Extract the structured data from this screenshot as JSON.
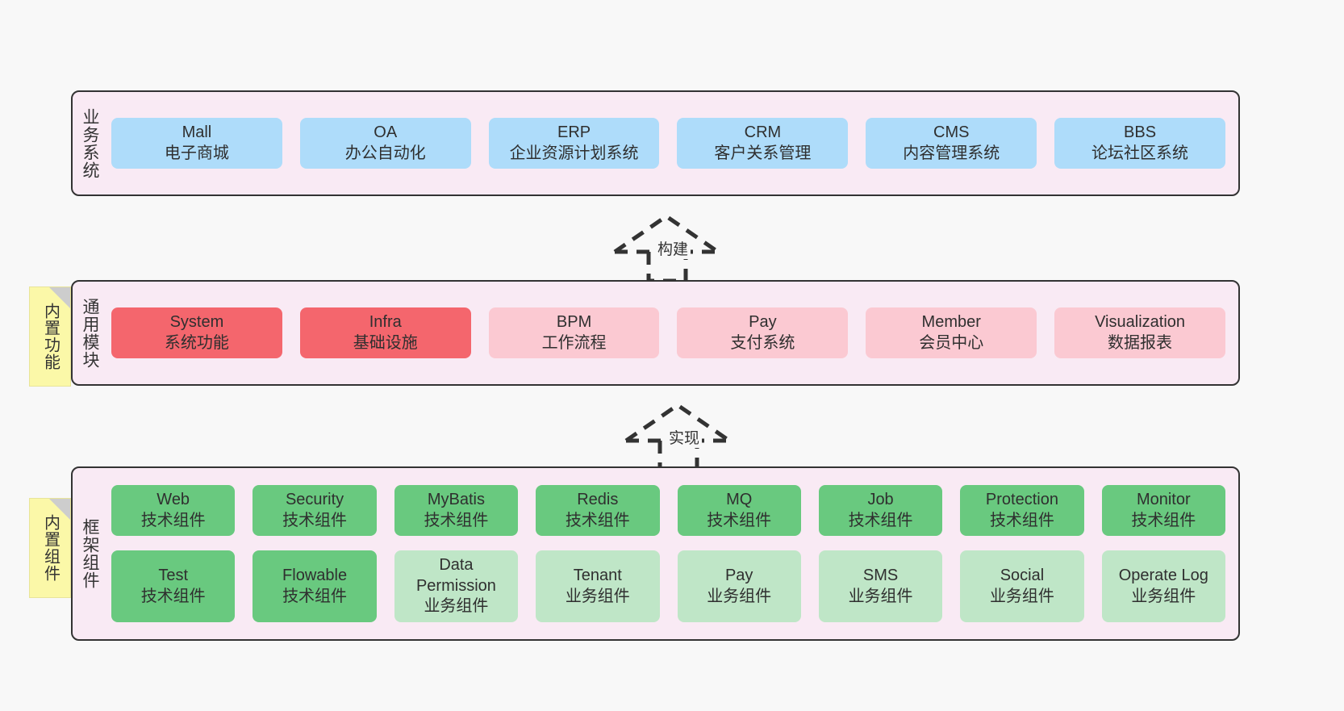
{
  "page": {
    "background": "#f8f8f8",
    "accent_border": "#333333"
  },
  "layers": [
    {
      "id": "business-system",
      "title": "业务系统",
      "container_color": "#f9eaf4",
      "rows": [
        {
          "cells": [
            {
              "en": "Mall",
              "cn": "电子商城",
              "color": "#aedcfa"
            },
            {
              "en": "OA",
              "cn": "办公自动化",
              "color": "#aedcfa"
            },
            {
              "en": "ERP",
              "cn": "企业资源计划系统",
              "color": "#aedcfa"
            },
            {
              "en": "CRM",
              "cn": "客户关系管理",
              "color": "#aedcfa"
            },
            {
              "en": "CMS",
              "cn": "内容管理系统",
              "color": "#aedcfa"
            },
            {
              "en": "BBS",
              "cn": "论坛社区系统",
              "color": "#aedcfa"
            }
          ]
        }
      ]
    },
    {
      "id": "common-module",
      "title": "通用模块",
      "container_color": "#f9eaf4",
      "note": "内置功能",
      "rows": [
        {
          "cells": [
            {
              "en": "System",
              "cn": "系统功能",
              "color": "#f4666d"
            },
            {
              "en": "Infra",
              "cn": "基础设施",
              "color": "#f4666d"
            },
            {
              "en": "BPM",
              "cn": "工作流程",
              "color": "#fbc9d2"
            },
            {
              "en": "Pay",
              "cn": "支付系统",
              "color": "#fbc9d2"
            },
            {
              "en": "Member",
              "cn": "会员中心",
              "color": "#fbc9d2"
            },
            {
              "en": "Visualization",
              "cn": "数据报表",
              "color": "#fbc9d2"
            }
          ]
        }
      ]
    },
    {
      "id": "framework-component",
      "title": "框架组件",
      "container_color": "#f9eaf4",
      "note": "内置组件",
      "rows": [
        {
          "cells": [
            {
              "en": "Web",
              "cn": "技术组件",
              "color": "#69c97f"
            },
            {
              "en": "Security",
              "cn": "技术组件",
              "color": "#69c97f"
            },
            {
              "en": "MyBatis",
              "cn": "技术组件",
              "color": "#69c97f"
            },
            {
              "en": "Redis",
              "cn": "技术组件",
              "color": "#69c97f"
            },
            {
              "en": "MQ",
              "cn": "技术组件",
              "color": "#69c97f"
            },
            {
              "en": "Job",
              "cn": "技术组件",
              "color": "#69c97f"
            },
            {
              "en": "Protection",
              "cn": "技术组件",
              "color": "#69c97f"
            },
            {
              "en": "Monitor",
              "cn": "技术组件",
              "color": "#69c97f"
            }
          ]
        },
        {
          "cells": [
            {
              "en": "Test",
              "cn": "技术组件",
              "color": "#69c97f"
            },
            {
              "en": "Flowable",
              "cn": "技术组件",
              "color": "#69c97f"
            },
            {
              "en": "Data Permission",
              "cn": "业务组件",
              "color": "#bfe6c7"
            },
            {
              "en": "Tenant",
              "cn": "业务组件",
              "color": "#bfe6c7"
            },
            {
              "en": "Pay",
              "cn": "业务组件",
              "color": "#bfe6c7"
            },
            {
              "en": "SMS",
              "cn": "业务组件",
              "color": "#bfe6c7"
            },
            {
              "en": "Social",
              "cn": "业务组件",
              "color": "#bfe6c7"
            },
            {
              "en": "Operate Log",
              "cn": "业务组件",
              "color": "#bfe6c7"
            }
          ]
        }
      ]
    }
  ],
  "connectors": [
    {
      "id": "build",
      "label": "构建",
      "style": "dashed-hollow-triangle-up"
    },
    {
      "id": "implement",
      "label": "实现",
      "style": "dashed-hollow-triangle-up"
    }
  ]
}
